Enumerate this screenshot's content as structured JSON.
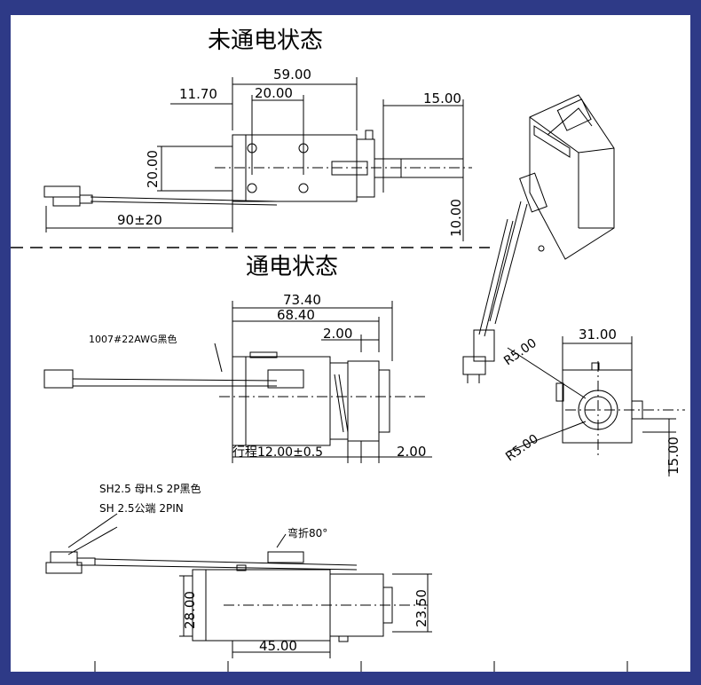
{
  "drawing": {
    "border_color": "#2e3a87",
    "paper_color": "#ffffff",
    "line_color": "#000000"
  },
  "section1": {
    "title": "未通电状态",
    "dims": {
      "total": "59.00",
      "left_offset": "11.70",
      "hole_pitch": "20.00",
      "plunger_extension": "15.00",
      "height": "20.00",
      "lead_length": "90±20",
      "offset_vertical": "10.00"
    }
  },
  "section2": {
    "title": "通电状态",
    "wire_note": "1007#22AWG黑色",
    "dims": {
      "overall": "73.40",
      "body": "68.40",
      "gap": "2.00",
      "stroke": "行程12.00±0.5",
      "end_gap": "2.00"
    }
  },
  "end_view": {
    "dims": {
      "width": "31.00",
      "radius_top": "R5.00",
      "radius_bottom": "R5.00",
      "height": "15.00"
    }
  },
  "section3": {
    "connector_note_1": "SH2.5 母H.S 2P黑色",
    "connector_note_2": "SH 2.5公端 2PIN",
    "bend_note": "弯折80°",
    "dims": {
      "width": "45.00",
      "height_left": "28.00",
      "height_right": "23.50"
    }
  }
}
